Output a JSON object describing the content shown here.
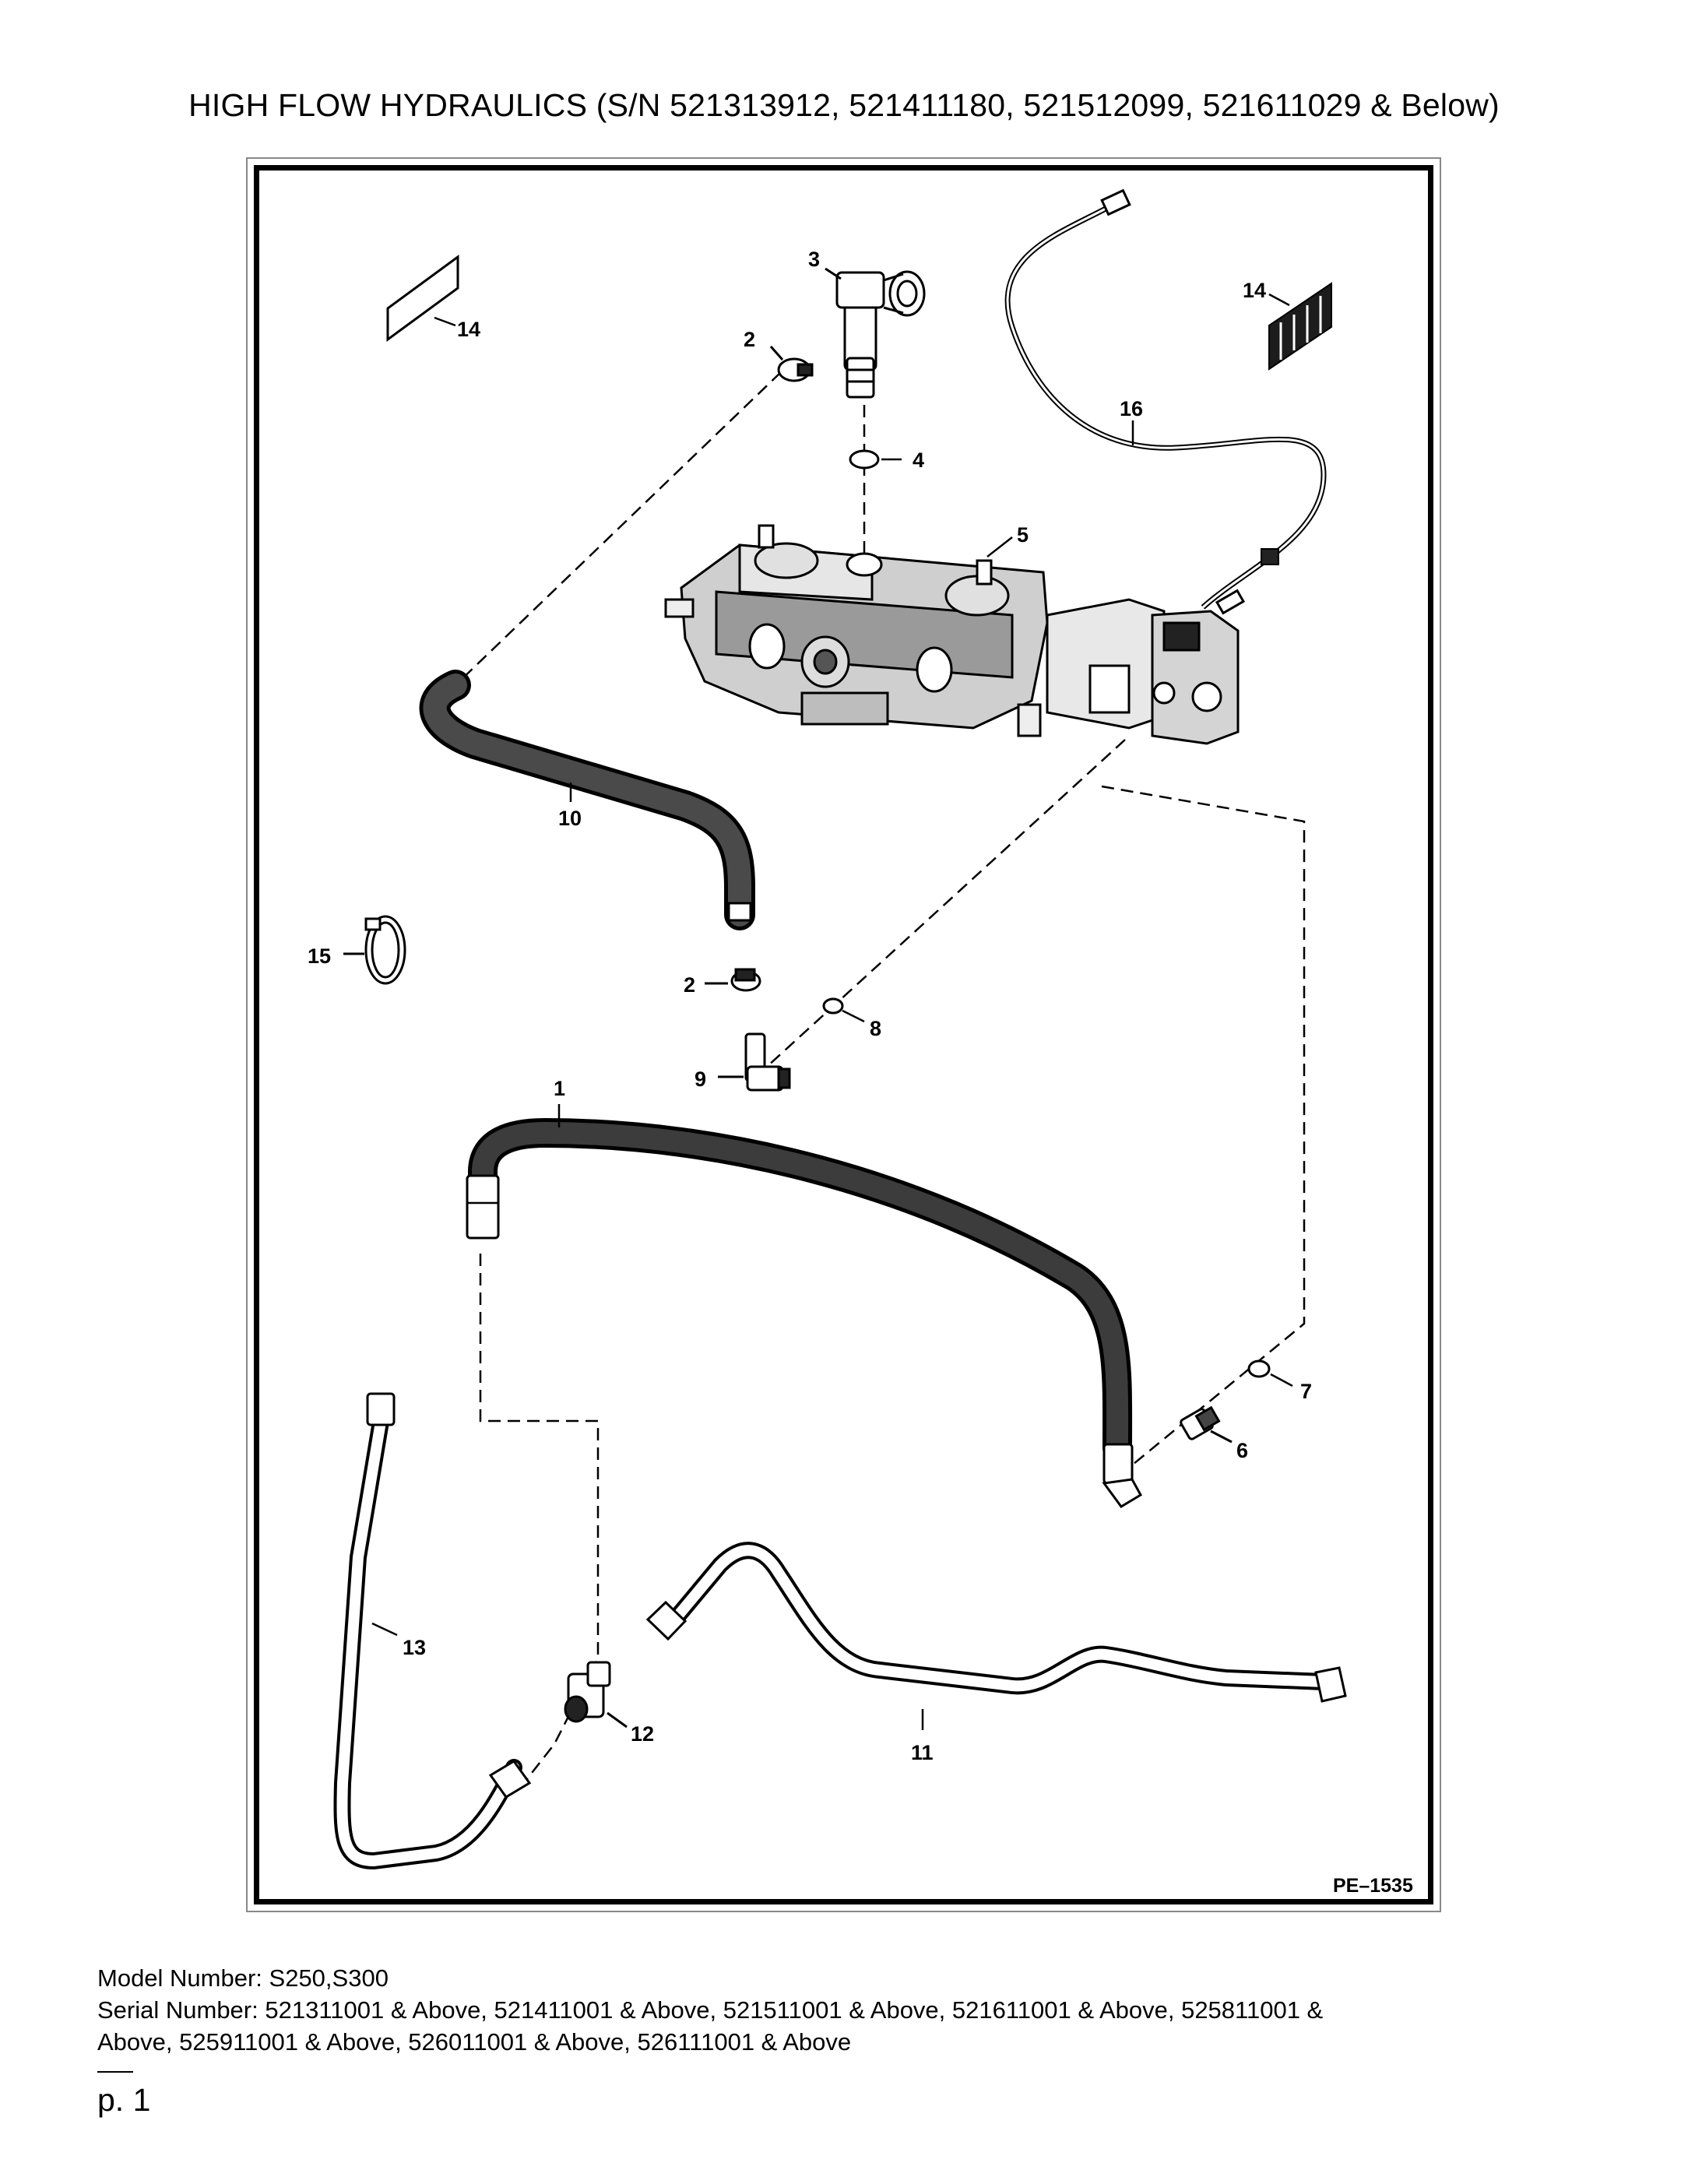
{
  "title": "HIGH FLOW HYDRAULICS (S/N 521313912, 521411180, 521512099, 521611029 & Below)",
  "figure_id": "PE–1535",
  "callouts": {
    "c1": "1",
    "c2a": "2",
    "c2b": "2",
    "c3": "3",
    "c4": "4",
    "c5": "5",
    "c6": "6",
    "c7": "7",
    "c8": "8",
    "c9": "9",
    "c10": "10",
    "c11": "11",
    "c12": "12",
    "c13": "13",
    "c14a": "14",
    "c14b": "14",
    "c15": "15",
    "c16": "16"
  },
  "footer": {
    "model_line": "Model Number: S250,S300",
    "serial_line_1": "Serial Number: 521311001 & Above, 521411001 & Above, 521511001 & Above, 521611001 & Above, 525811001 &",
    "serial_line_2": "Above, 525911001 & Above, 526011001 & Above, 526111001 & Above"
  },
  "page_number": "p. 1"
}
